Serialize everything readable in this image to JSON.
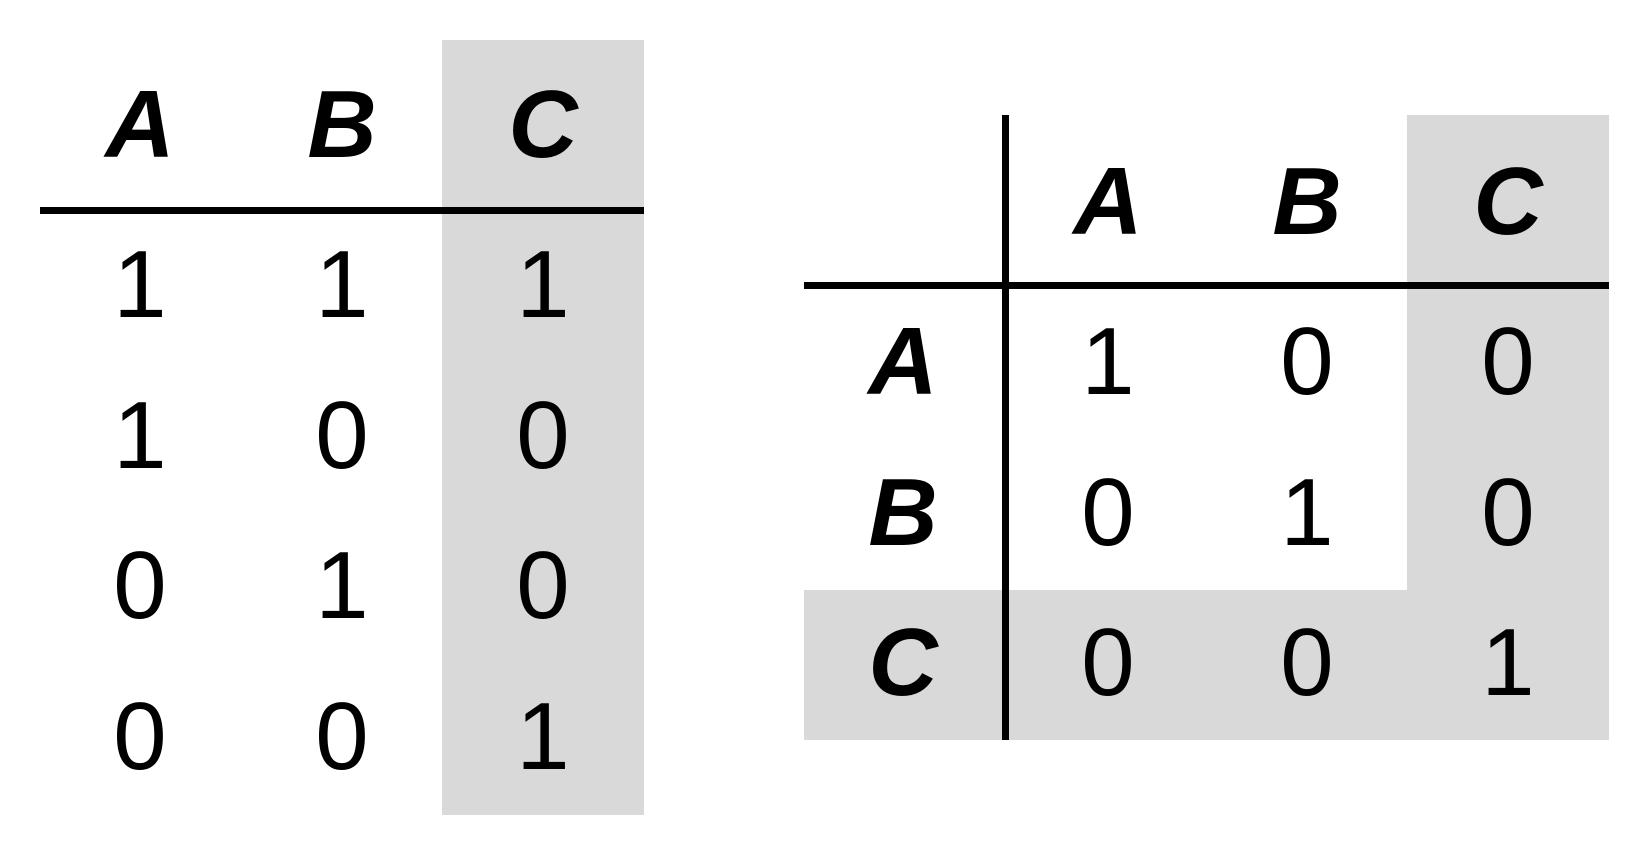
{
  "truth_table": {
    "headers": [
      "A",
      "B",
      "C"
    ],
    "rows": [
      [
        "1",
        "1",
        "1"
      ],
      [
        "1",
        "0",
        "0"
      ],
      [
        "0",
        "1",
        "0"
      ],
      [
        "0",
        "0",
        "1"
      ]
    ],
    "highlight_color": "#d9d9d9"
  },
  "matrix": {
    "col_headers": [
      "A",
      "B",
      "C"
    ],
    "row_headers": [
      "A",
      "B",
      "C"
    ],
    "rows": [
      [
        "1",
        "0",
        "0"
      ],
      [
        "0",
        "1",
        "0"
      ],
      [
        "0",
        "0",
        "1"
      ]
    ],
    "highlight_color": "#d9d9d9"
  }
}
